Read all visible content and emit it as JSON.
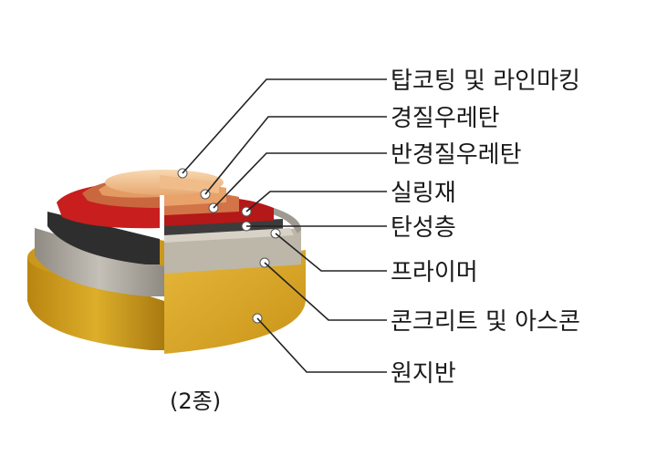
{
  "layers": [
    {
      "key": "topcoat",
      "label": "탑코팅 및 라인마킹"
    },
    {
      "key": "hard_urethane",
      "label": "경질우레탄"
    },
    {
      "key": "semi_hard_urethane",
      "label": "반경질우레탄"
    },
    {
      "key": "sealant",
      "label": "실링재"
    },
    {
      "key": "elastic",
      "label": "탄성층"
    },
    {
      "key": "primer",
      "label": "프라이머"
    },
    {
      "key": "concrete",
      "label": "콘크리트 및 아스콘"
    },
    {
      "key": "subgrade",
      "label": "원지반"
    }
  ],
  "caption": "(2종)",
  "colors": {
    "topcoat": "#f2c08f",
    "hard_urethane": "#e3905a",
    "semi_hard_urethane": "#c45a3a",
    "sealant": "#c81e1e",
    "elastic": "#3a3a3a",
    "primer": "#c9c3b8",
    "concrete": "#a8a49c",
    "subgrade": "#d6a21c"
  }
}
